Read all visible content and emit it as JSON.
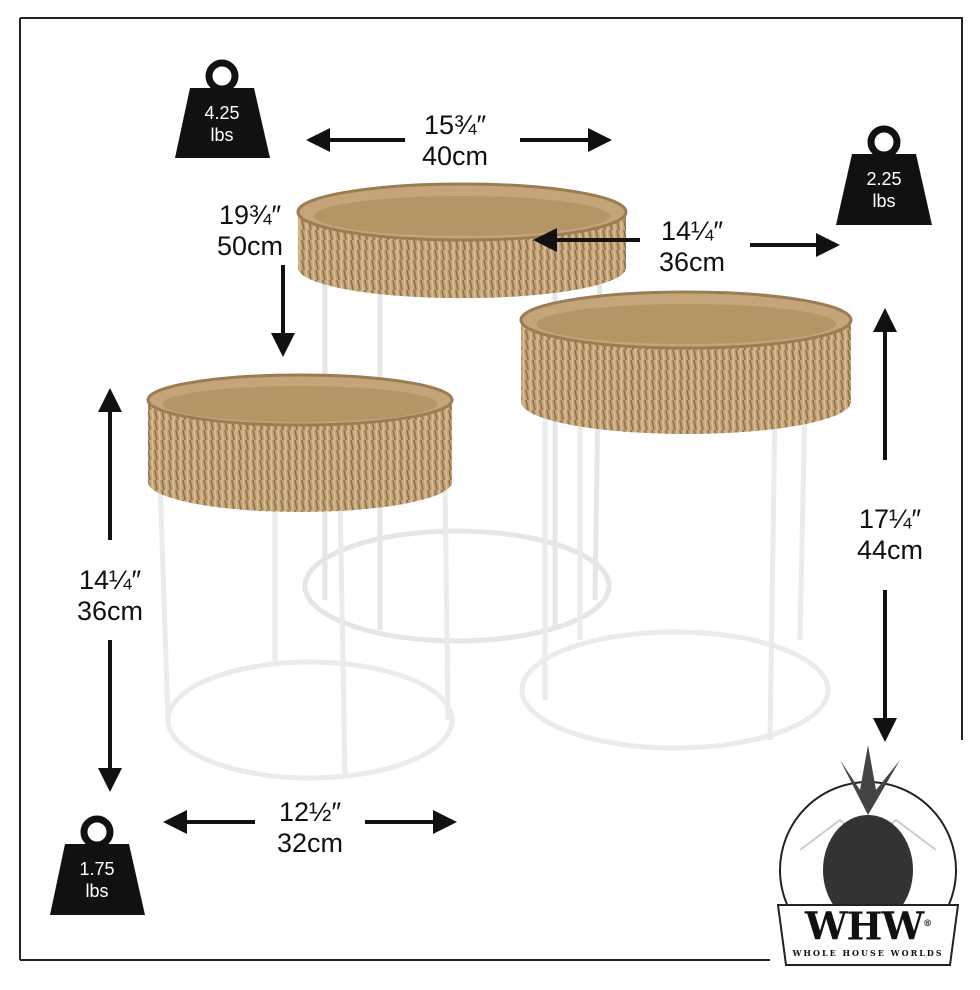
{
  "weights": {
    "large": {
      "value": "4.25",
      "unit": "lbs"
    },
    "medium": {
      "value": "2.25",
      "unit": "lbs"
    },
    "small": {
      "value": "1.75",
      "unit": "lbs"
    }
  },
  "dimensions": {
    "large_diameter": {
      "imperial": "15¾″",
      "metric": "40cm"
    },
    "large_height": {
      "imperial": "19¾″",
      "metric": "50cm"
    },
    "medium_diameter": {
      "imperial": "14¼″",
      "metric": "36cm"
    },
    "medium_height": {
      "imperial": "17¼″",
      "metric": "44cm"
    },
    "small_height": {
      "imperial": "14¼″",
      "metric": "36cm"
    },
    "small_diameter": {
      "imperial": "12½″",
      "metric": "32cm"
    }
  },
  "logo": {
    "mark": "WHW",
    "name": "WHOLE HOUSE WORLDS",
    "registered": "®"
  },
  "colors": {
    "wicker": "#c4a57a",
    "wicker_dark": "#9c7c52",
    "frame": "#ececec",
    "ink": "#111111"
  }
}
